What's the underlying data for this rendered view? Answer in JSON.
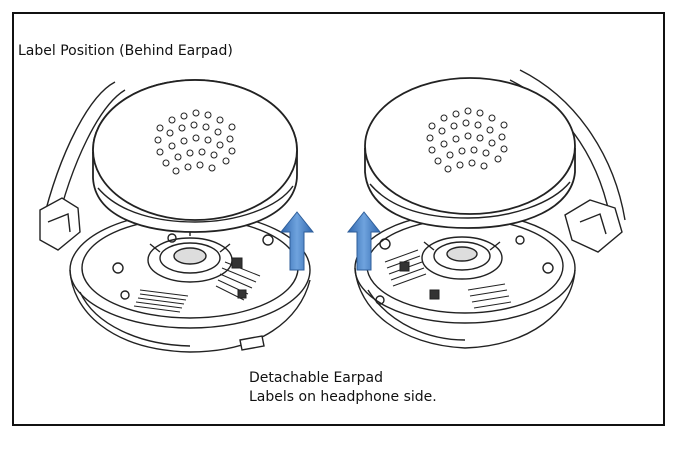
{
  "diagram": {
    "title": "Label Position (Behind Earpad)",
    "caption_line1": "Detachable Earpad",
    "caption_line2": "Labels on headphone side."
  },
  "colors": {
    "arrow_fill": "#4a82c4",
    "arrow_stroke": "#2e5e9a",
    "line": "#222222",
    "frame": "#111111"
  },
  "icons": [
    "left-earcup-illustration",
    "right-earcup-illustration",
    "up-arrow-icon",
    "speaker-grille-icon"
  ]
}
